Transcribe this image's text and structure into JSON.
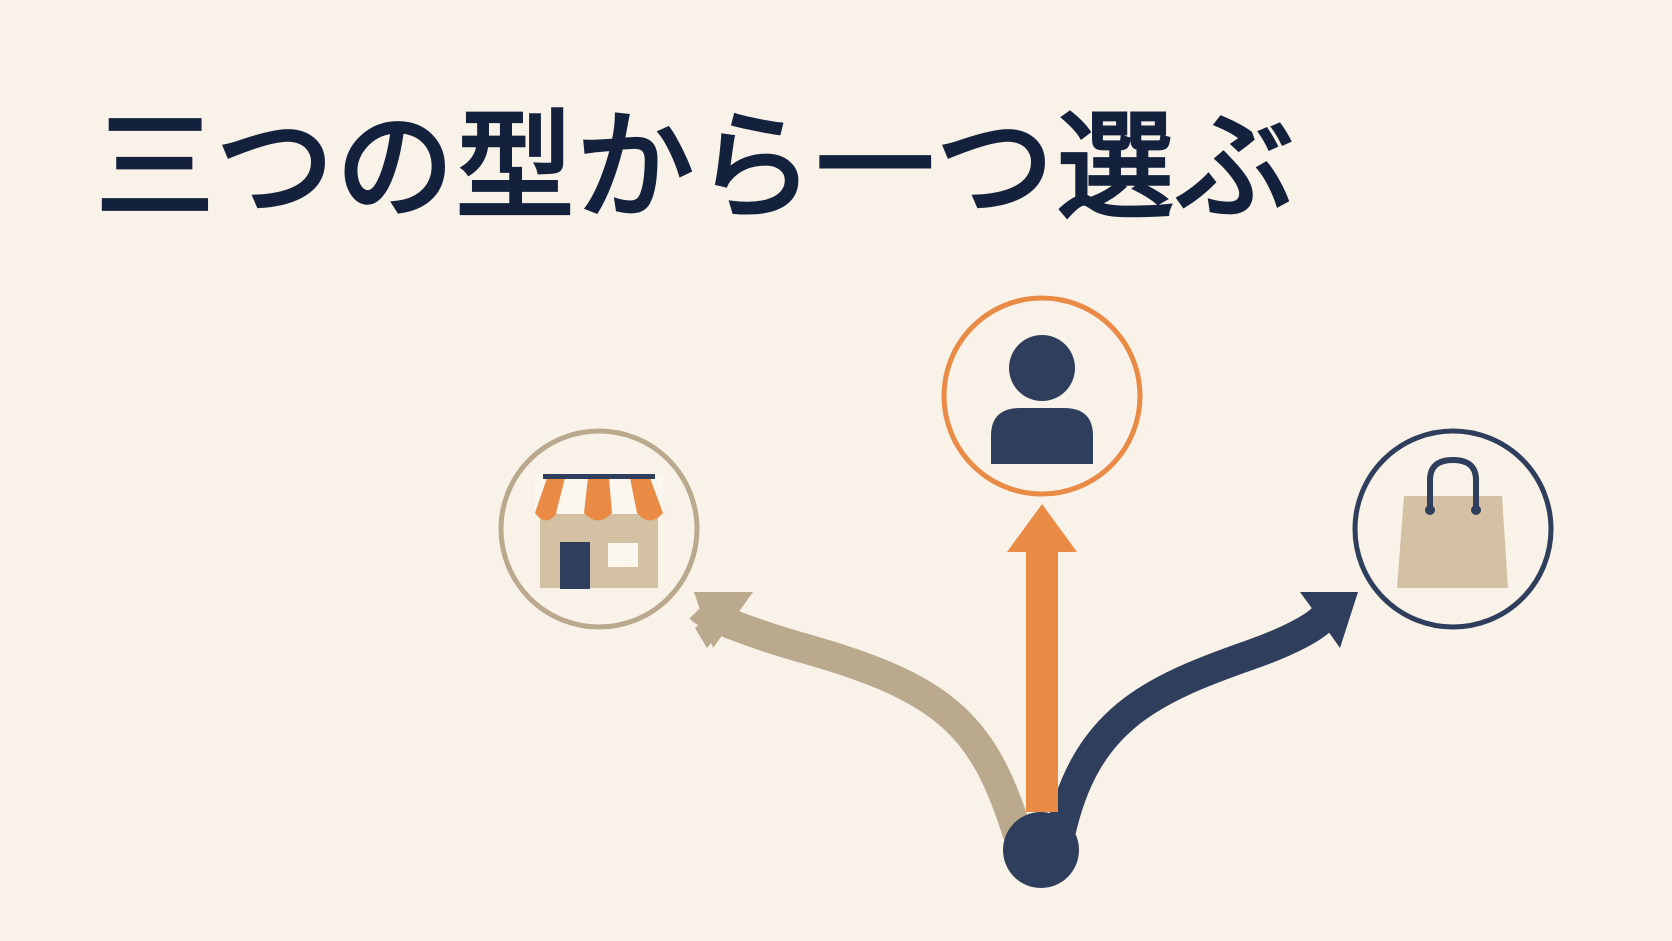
{
  "title": "三つの型から一つ選ぶ",
  "colors": {
    "background": "#f8f2e8",
    "navy": "#2f3e5c",
    "orange": "#e98b45",
    "tan": "#bba98e",
    "light_tan": "#d4c1a3",
    "white": "#fbf6ee"
  },
  "nodes": [
    {
      "id": "store",
      "icon": "store-icon",
      "color": "tan"
    },
    {
      "id": "person",
      "icon": "person-icon",
      "color": "orange"
    },
    {
      "id": "shopping-bag",
      "icon": "shopping-bag-icon",
      "color": "navy"
    }
  ],
  "origin": {
    "icon": "origin-dot"
  }
}
